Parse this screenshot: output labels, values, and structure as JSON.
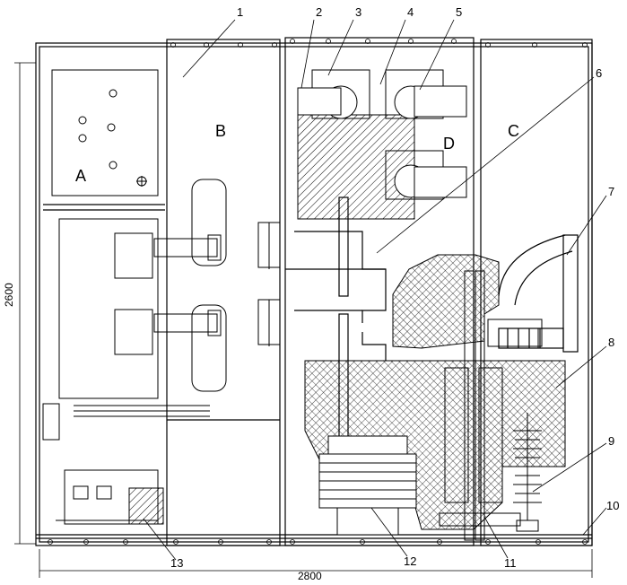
{
  "callouts": [
    "1",
    "2",
    "3",
    "4",
    "5",
    "6",
    "7",
    "8",
    "9",
    "10",
    "11",
    "12",
    "13"
  ],
  "compartments": {
    "a": "A",
    "b": "B",
    "c": "C",
    "d": "D"
  },
  "dimensions": {
    "height": "2600",
    "width": "2800"
  }
}
